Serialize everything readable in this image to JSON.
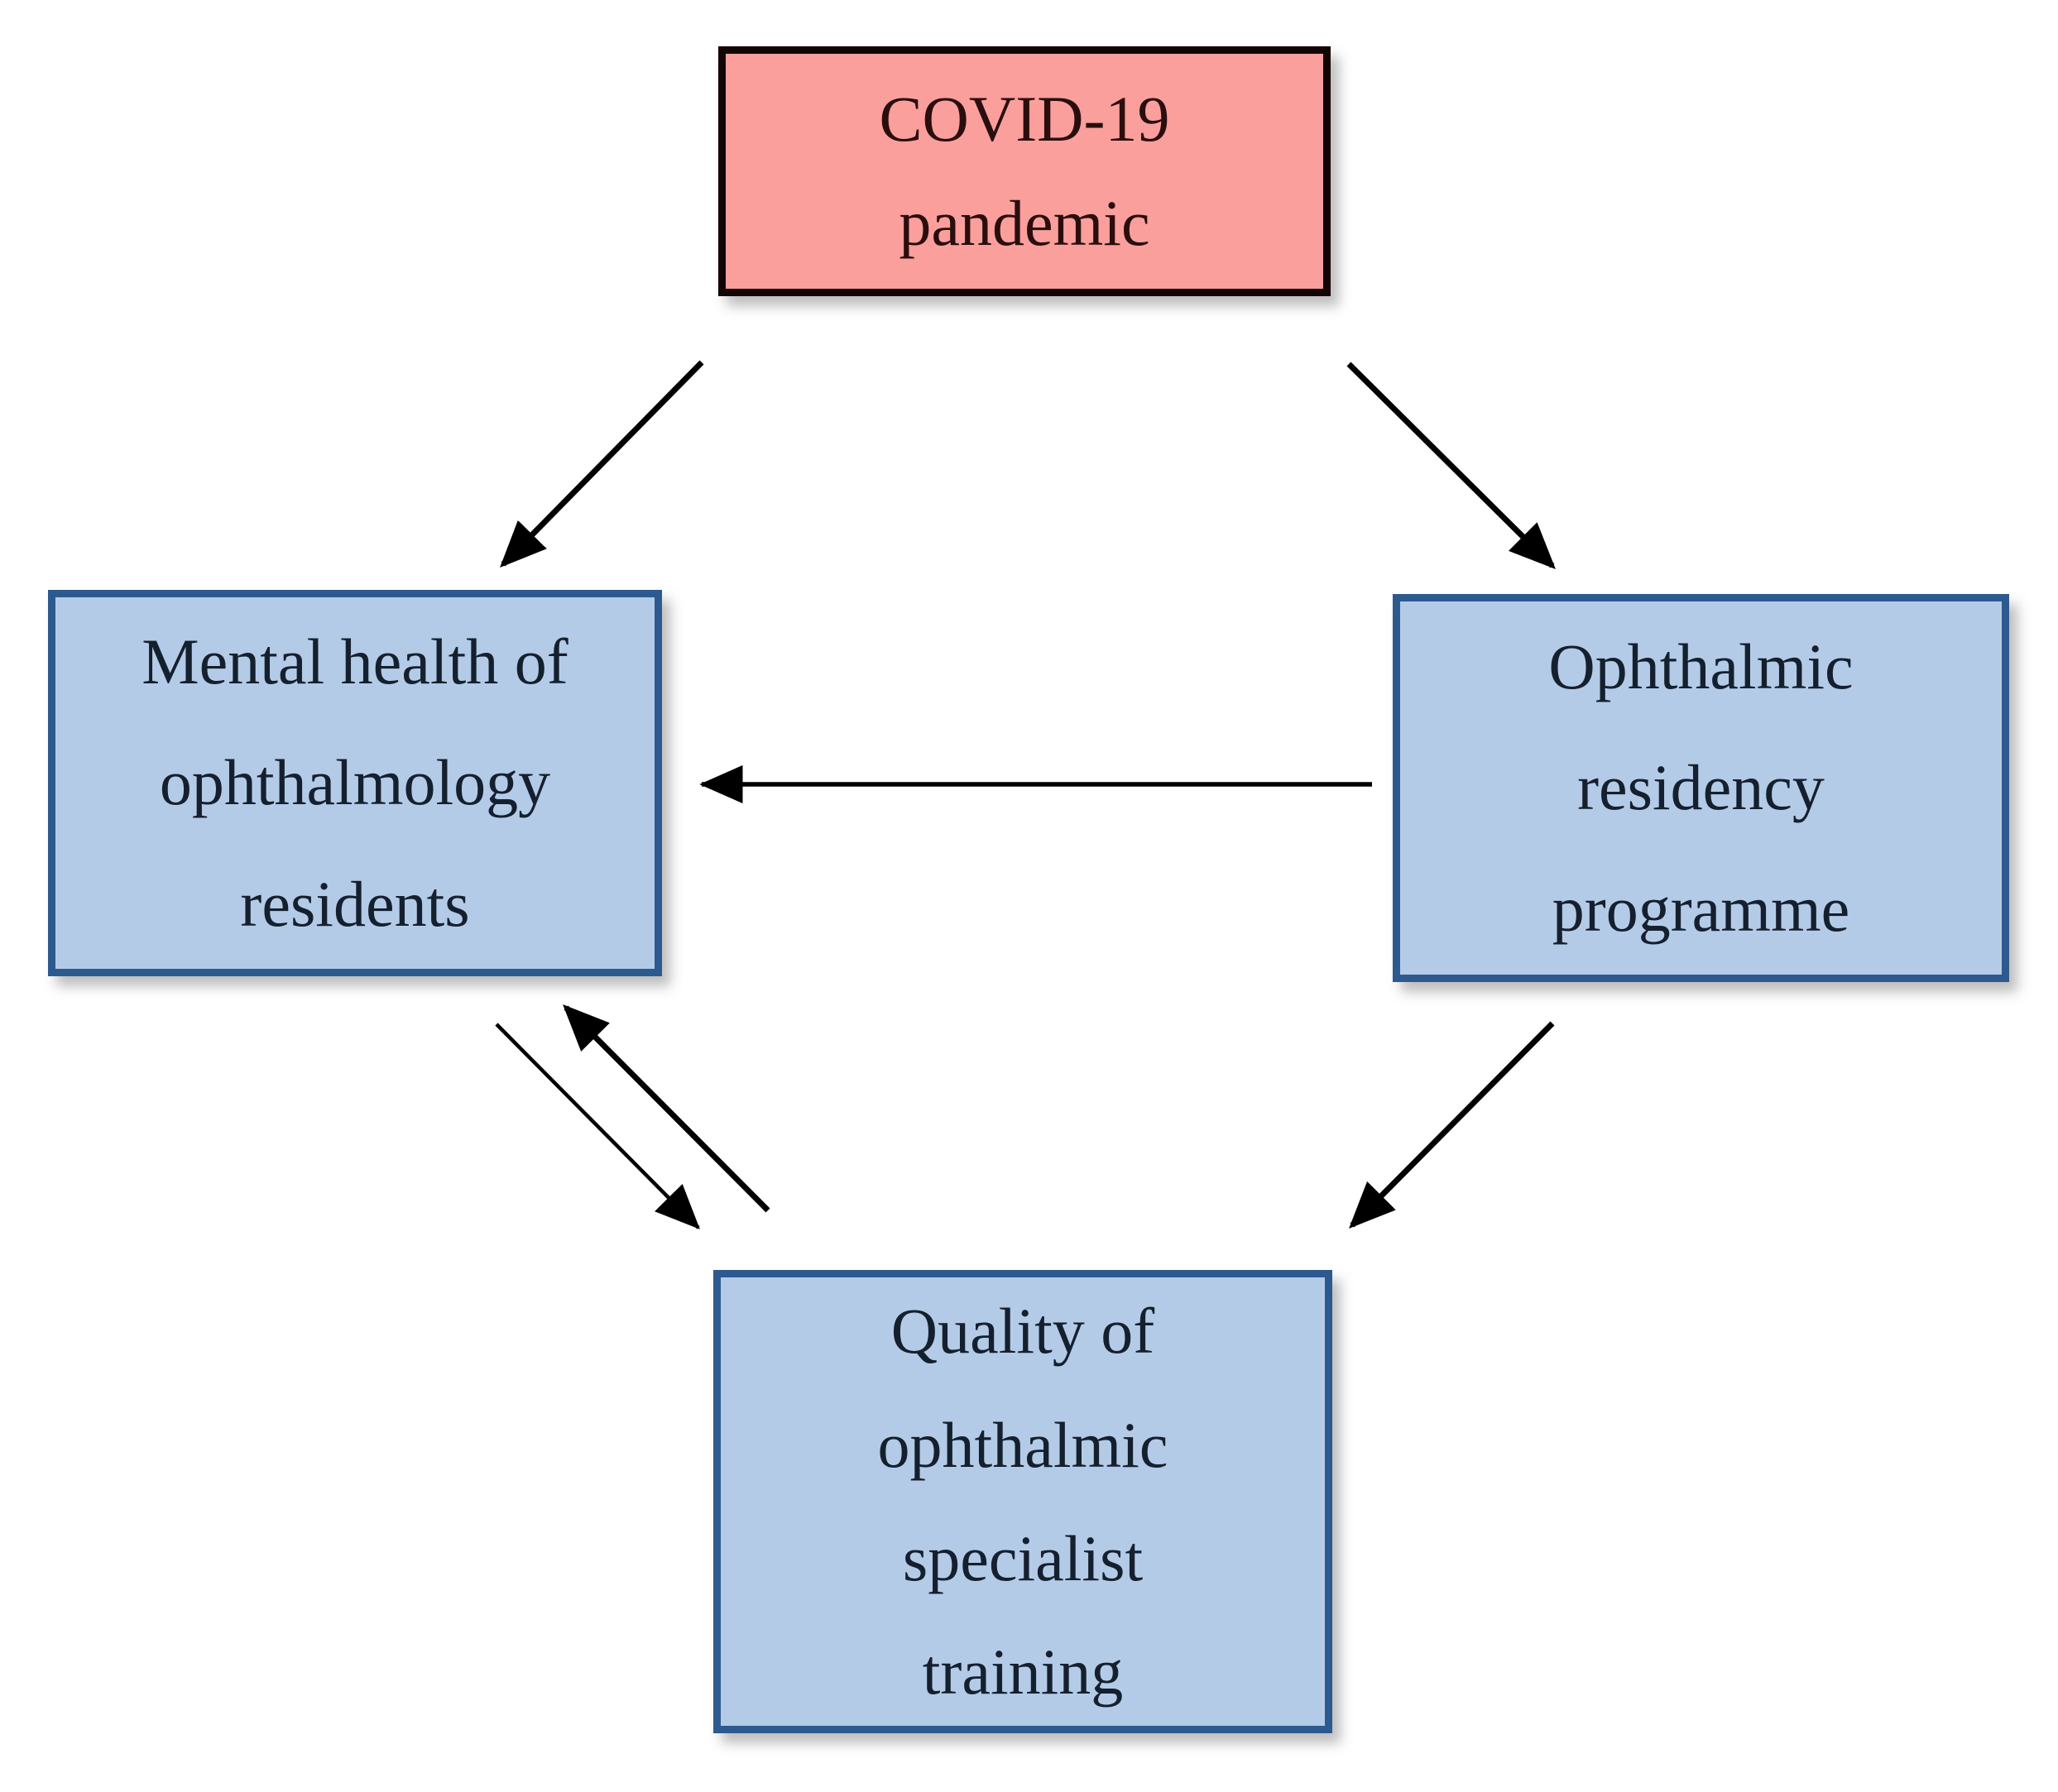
{
  "nodes": {
    "covid": {
      "lines": [
        "COVID-19",
        "pandemic"
      ]
    },
    "mental_health": {
      "lines": [
        "Mental health of",
        "ophthalmology",
        "residents"
      ]
    },
    "residency": {
      "lines": [
        "Ophthalmic",
        "residency",
        "programme"
      ]
    },
    "training_quality": {
      "lines": [
        "Quality of",
        "ophthalmic",
        "specialist",
        "training"
      ]
    }
  },
  "edges": [
    {
      "from": "covid",
      "to": "mental_health",
      "direction": "one-way"
    },
    {
      "from": "covid",
      "to": "residency",
      "direction": "one-way"
    },
    {
      "from": "residency",
      "to": "mental_health",
      "direction": "one-way"
    },
    {
      "from": "mental_health",
      "to": "training_quality",
      "direction": "two-way"
    },
    {
      "from": "residency",
      "to": "training_quality",
      "direction": "one-way"
    }
  ],
  "colors": {
    "covid_fill": "#fb9f9c",
    "covid_border": "#140505",
    "covid_text": "#2a0e0e",
    "node_fill": "#b4cbe8",
    "node_border": "#2d5a8e",
    "node_text": "#15202e",
    "arrow": "#000000",
    "background": "#ffffff"
  }
}
